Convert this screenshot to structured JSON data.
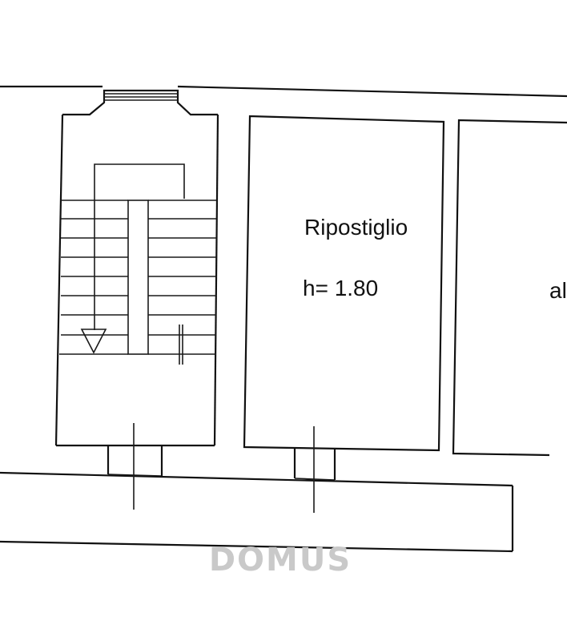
{
  "rooms": {
    "storage": {
      "name": "Ripostiglio",
      "height_label": "h= 1.80"
    },
    "adjacent": {
      "partial_label": "al"
    }
  },
  "watermark": {
    "text": "DOMUS"
  },
  "colors": {
    "line": "#111111",
    "watermark": "#c9c9c9",
    "background": "#ffffff"
  },
  "icons": {
    "stair_direction": "down-triangle-arrow"
  }
}
